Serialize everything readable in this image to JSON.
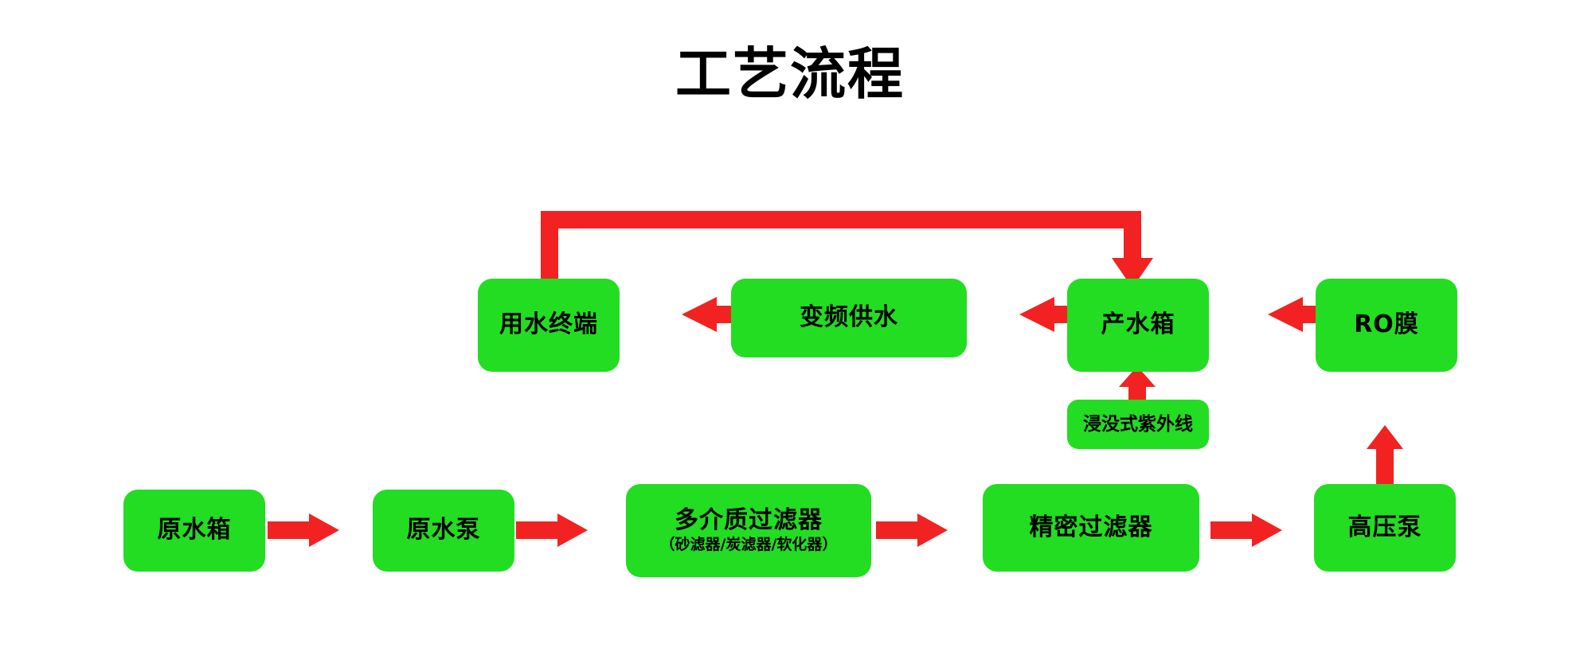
{
  "page": {
    "title": "工艺流程",
    "background_color": "#FFFFFF"
  },
  "theme": {
    "node_fill": "#22DD22",
    "node_text": "#000000",
    "arrow_color": "#F22222",
    "title_color": "#000000"
  },
  "diagram": {
    "type": "process-flowchart",
    "orientation": "serpentine",
    "nodes": [
      {
        "id": "raw-water-tank",
        "label": "原水箱",
        "sub_label": "",
        "row": "bottom",
        "order": 1
      },
      {
        "id": "raw-water-pump",
        "label": "原水泵",
        "sub_label": "",
        "row": "bottom",
        "order": 2
      },
      {
        "id": "multi-media-filter",
        "label": "多介质过滤器",
        "sub_label": "（砂滤器/炭滤器/软化器）",
        "row": "bottom",
        "order": 3
      },
      {
        "id": "precision-filter",
        "label": "精密过滤器",
        "sub_label": "",
        "row": "bottom",
        "order": 4
      },
      {
        "id": "high-pressure-pump",
        "label": "高压泵",
        "sub_label": "",
        "row": "bottom",
        "order": 5
      },
      {
        "id": "ro-membrane",
        "label": "RO膜",
        "sub_label": "",
        "row": "top",
        "order": 6
      },
      {
        "id": "product-water-tank",
        "label": "产水箱",
        "sub_label": "",
        "row": "top",
        "order": 7
      },
      {
        "id": "submerged-uv",
        "label": "浸没式紫外线",
        "sub_label": "",
        "row": "middle",
        "order": 8
      },
      {
        "id": "variable-frequency-supply",
        "label": "变频供水",
        "sub_label": "",
        "row": "top",
        "order": 9
      },
      {
        "id": "water-use-terminal",
        "label": "用水终端",
        "sub_label": "",
        "row": "top",
        "order": 10
      }
    ],
    "connectors": [
      {
        "id": "raw-water-tank-to-raw-water-pump",
        "from": "raw-water-tank",
        "to": "raw-water-pump",
        "direction": "right"
      },
      {
        "id": "raw-water-pump-to-multi-media-filter",
        "from": "raw-water-pump",
        "to": "multi-media-filter",
        "direction": "right"
      },
      {
        "id": "multi-media-filter-to-precision-filter",
        "from": "multi-media-filter",
        "to": "precision-filter",
        "direction": "right"
      },
      {
        "id": "precision-filter-to-high-pressure-pump",
        "from": "precision-filter",
        "to": "high-pressure-pump",
        "direction": "right"
      },
      {
        "id": "high-pressure-pump-to-ro-membrane",
        "from": "high-pressure-pump",
        "to": "ro-membrane",
        "direction": "up"
      },
      {
        "id": "ro-membrane-to-product-water-tank",
        "from": "ro-membrane",
        "to": "product-water-tank",
        "direction": "left"
      },
      {
        "id": "submerged-uv-to-product-water-tank",
        "from": "submerged-uv",
        "to": "product-water-tank",
        "direction": "up"
      },
      {
        "id": "product-water-tank-to-variable-frequency-supply",
        "from": "product-water-tank",
        "to": "variable-frequency-supply",
        "direction": "left"
      },
      {
        "id": "variable-frequency-supply-to-water-use-terminal",
        "from": "variable-frequency-supply",
        "to": "water-use-terminal",
        "direction": "left"
      },
      {
        "id": "water-use-terminal-return-to-product-water-tank",
        "from": "water-use-terminal",
        "to": "product-water-tank",
        "direction": "up-over-down"
      }
    ]
  }
}
